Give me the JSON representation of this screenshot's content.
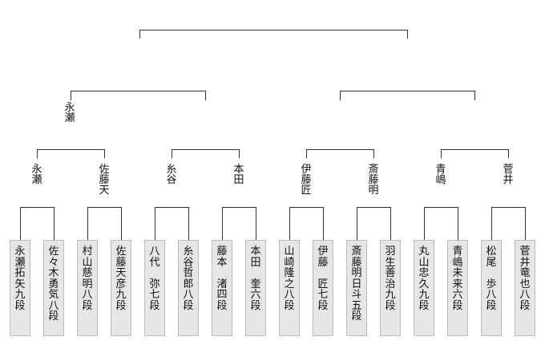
{
  "bracket": {
    "semifinal_winners": [
      "永\n瀬",
      ""
    ],
    "quarterfinal_winners": [
      "永\n瀬",
      "佐\n藤\n天",
      "糸\n谷",
      "本\n田",
      "伊\n藤\n匠",
      "斎\n藤\n明",
      "青\n嶋",
      "菅\n井"
    ],
    "players": [
      {
        "name": "永\n瀬\n拓\n矢\n九\n段"
      },
      {
        "name": "佐\n々\n木\n勇\n気\n八\n段"
      },
      {
        "name": "村\n山\n慈\n明\n八\n段"
      },
      {
        "name": "佐\n藤\n天\n彦\n九\n段"
      },
      {
        "name": "八\n代\n　\n弥\n七\n段"
      },
      {
        "name": "糸\n谷\n哲\n郎\n八\n段"
      },
      {
        "name": "藤\n本\n　\n渚\n四\n段"
      },
      {
        "name": "本\n田\n　\n奎\n六\n段"
      },
      {
        "name": "山\n崎\n隆\n之\n八\n段"
      },
      {
        "name": "伊\n藤\n　\n匠\n七\n段"
      },
      {
        "name": "斎\n藤\n明\n日\n斗\n五\n段"
      },
      {
        "name": "羽\n生\n善\n治\n九\n段"
      },
      {
        "name": "丸\n山\n忠\n久\n九\n段"
      },
      {
        "name": "青\n嶋\n未\n来\n六\n段"
      },
      {
        "name": "松\n尾\n　\n歩\n八\n段"
      },
      {
        "name": "菅\n井\n竜\n也\n八\n段"
      }
    ]
  }
}
